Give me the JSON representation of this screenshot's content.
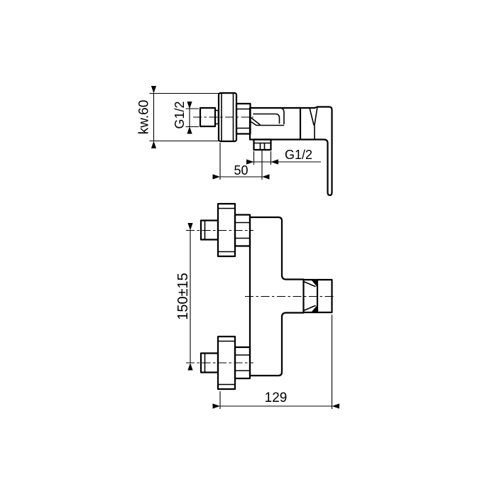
{
  "page": {
    "background": "#ffffff",
    "line_color": "#000000",
    "description": "Technical dimension drawing of a wall-mounted shower mixer tap, two orthographic views"
  },
  "drawing": {
    "dimensions": {
      "flange_size": "kw.60",
      "inlet_thread": "G1/2",
      "outlet_thread": "G1/2",
      "wall_to_outlet": "50",
      "inlet_spacing": "150±15",
      "overall_depth": "129"
    }
  }
}
